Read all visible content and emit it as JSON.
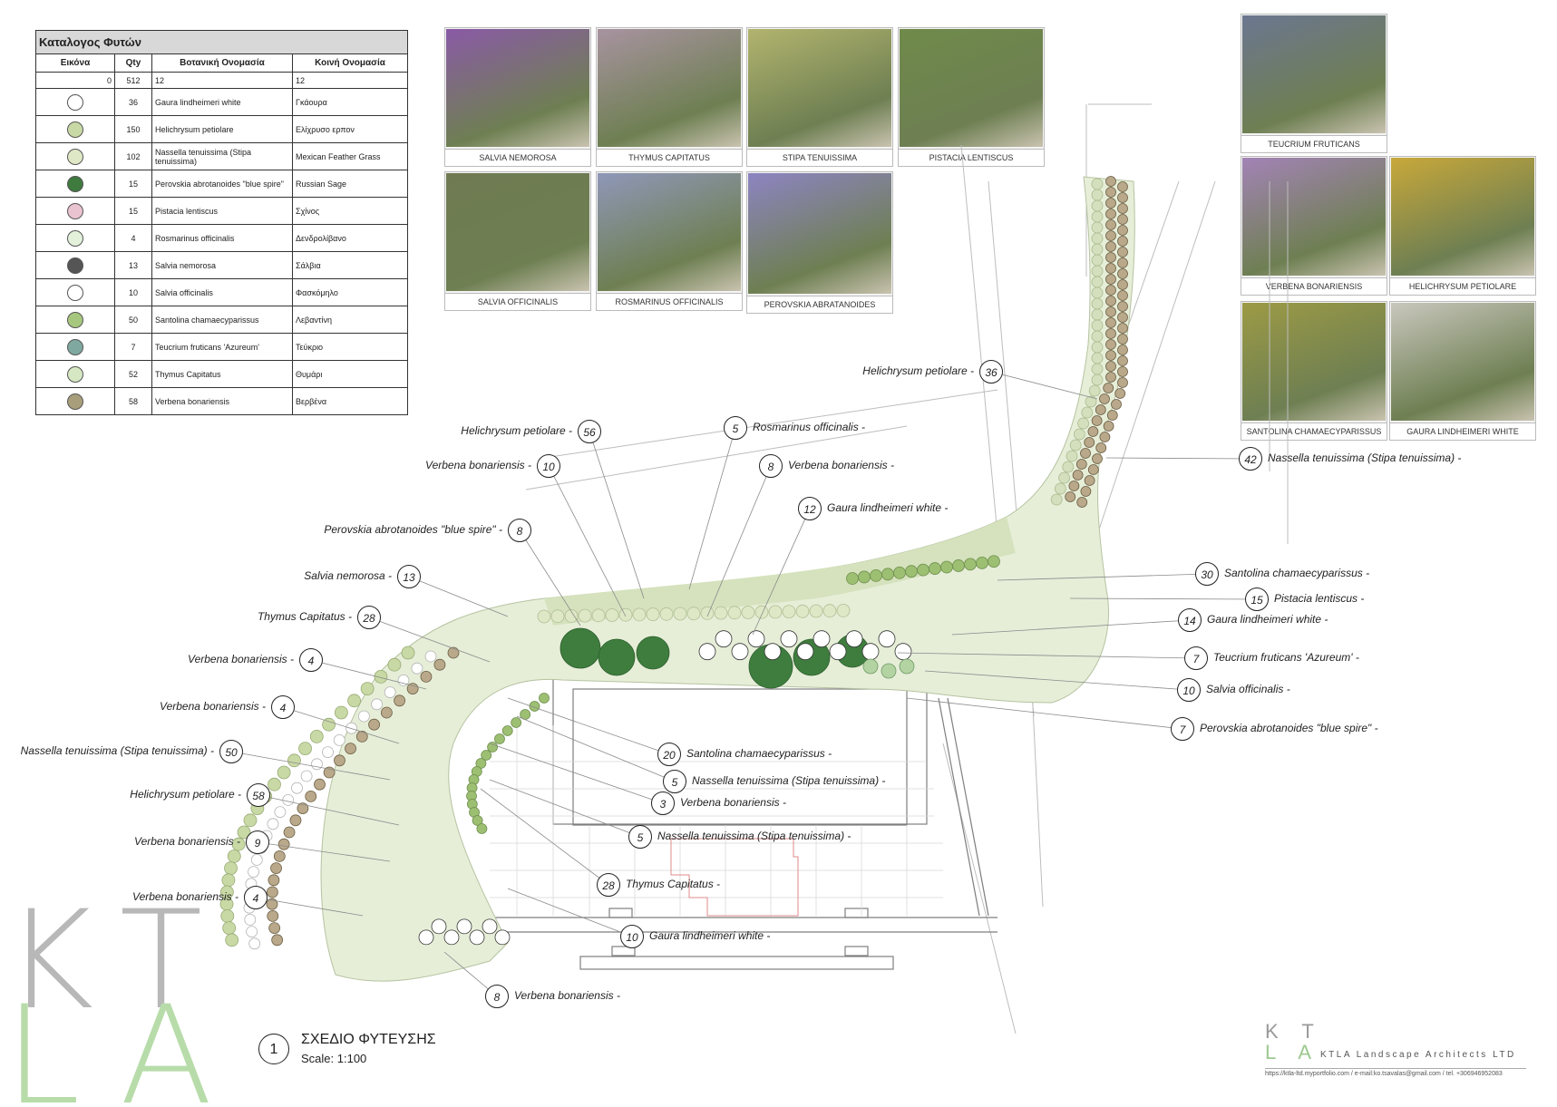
{
  "plant_table": {
    "title": "Καταλογος Φυτών",
    "headers": [
      "Εικόνα",
      "Qty",
      "Βοτανική Ονομασία",
      "Κοινή Ονομασία"
    ],
    "rows": [
      {
        "symbol": "",
        "prefix": "0",
        "qty": "512",
        "botanical": "12",
        "common": "12"
      },
      {
        "symbol": "gaura-symbol",
        "prefix": "",
        "qty": "36",
        "botanical": "Gaura lindheimeri white",
        "common": "Γκάουρα"
      },
      {
        "symbol": "helichrysum-symbol",
        "prefix": "",
        "qty": "150",
        "botanical": "Helichrysum petiolare",
        "common": "Ελίχρυσο ερπον"
      },
      {
        "symbol": "nassella-symbol",
        "prefix": "",
        "qty": "102",
        "botanical": "Nassella tenuissima (Stipa tenuissima)",
        "common": "Mexican Feather Grass"
      },
      {
        "symbol": "perovskia-symbol",
        "prefix": "",
        "qty": "15",
        "botanical": "Perovskia abrotanoides \"blue spire\"",
        "common": "Russian Sage"
      },
      {
        "symbol": "pistacia-symbol",
        "prefix": "",
        "qty": "15",
        "botanical": "Pistacia lentiscus",
        "common": "Σχίνος"
      },
      {
        "symbol": "rosmarinus-symbol",
        "prefix": "",
        "qty": "4",
        "botanical": "Rosmarinus officinalis",
        "common": "Δενδρολίβανο"
      },
      {
        "symbol": "salvia-nemorosa-symbol",
        "prefix": "",
        "qty": "13",
        "botanical": "Salvia nemorosa",
        "common": "Σάλβια"
      },
      {
        "symbol": "salvia-officinalis-symbol",
        "prefix": "",
        "qty": "10",
        "botanical": "Salvia officinalis",
        "common": "Φασκόμηλο"
      },
      {
        "symbol": "santolina-symbol",
        "prefix": "",
        "qty": "50",
        "botanical": "Santolina chamaecyparissus",
        "common": "Λεβαντίνη"
      },
      {
        "symbol": "teucrium-symbol",
        "prefix": "",
        "qty": "7",
        "botanical": "Teucrium fruticans 'Azureum'",
        "common": "Τεύκριο"
      },
      {
        "symbol": "thymus-symbol",
        "prefix": "",
        "qty": "52",
        "botanical": "Thymus Capitatus",
        "common": "Θυμάρι"
      },
      {
        "symbol": "verbena-symbol",
        "prefix": "",
        "qty": "58",
        "botanical": "Verbena bonariensis",
        "common": "Βερβένα"
      }
    ],
    "symbol_colors": {
      "gaura-symbol": "#ffffff",
      "helichrysum-symbol": "#c9d9a5",
      "nassella-symbol": "#dfe8c6",
      "perovskia-symbol": "#3f7a3f",
      "pistacia-symbol": "#e9c3cf",
      "rosmarinus-symbol": "#e3f1da",
      "salvia-nemorosa-symbol": "#555555",
      "salvia-officinalis-symbol": "#ffffff",
      "santolina-symbol": "#a7c77e",
      "teucrium-symbol": "#7fa9a0",
      "thymus-symbol": "#d6e8c3",
      "verbena-symbol": "#a99e7c"
    }
  },
  "photos": [
    {
      "caption": "SALVIA NEMOROSA",
      "color": "#8a5aa6"
    },
    {
      "caption": "THYMUS CAPITATUS",
      "color": "#a893a0"
    },
    {
      "caption": "STIPA TENUISSIMA",
      "color": "#b2b46e"
    },
    {
      "caption": "PISTACIA LENTISCUS",
      "color": "#6f8a4a"
    },
    {
      "caption": "SALVIA OFFICINALIS",
      "color": "#6f7a52"
    },
    {
      "caption": "ROSMARINUS OFFICINALIS",
      "color": "#8f97b8"
    },
    {
      "caption": "PEROVSKIA ABRATANOIDES",
      "color": "#8d84c2"
    },
    {
      "caption": "TEUCRIUM FRUTICANS",
      "color": "#6c7690"
    },
    {
      "caption": "VERBENA BONARIENSIS",
      "color": "#a383b6"
    },
    {
      "caption": "HELICHRYSUM PETIOLARE",
      "color": "#c8a83a"
    },
    {
      "caption": "SANTOLINA CHAMAECYPARISSUS",
      "color": "#9c9a45"
    },
    {
      "caption": "GAURA LINDHEIMERI WHITE",
      "color": "#c9c7bd"
    }
  ],
  "callouts": [
    {
      "num": "36",
      "label": "Helichrysum petiolare -"
    },
    {
      "num": "56",
      "label": "Helichrysum petiolare -"
    },
    {
      "num": "5",
      "label": "Rosmarinus officinalis -"
    },
    {
      "num": "10",
      "label": "Verbena bonariensis -"
    },
    {
      "num": "8",
      "label": "Verbena bonariensis -"
    },
    {
      "num": "12",
      "label": "Gaura lindheimeri white -"
    },
    {
      "num": "8",
      "label": "Perovskia abrotanoides \"blue spire\" -"
    },
    {
      "num": "13",
      "label": "Salvia nemorosa -"
    },
    {
      "num": "28",
      "label": "Thymus Capitatus -"
    },
    {
      "num": "4",
      "label": "Verbena bonariensis -"
    },
    {
      "num": "4",
      "label": "Verbena bonariensis -"
    },
    {
      "num": "50",
      "label": "Nassella tenuissima (Stipa tenuissima) -"
    },
    {
      "num": "58",
      "label": "Helichrysum petiolare -"
    },
    {
      "num": "9",
      "label": "Verbena bonariensis -"
    },
    {
      "num": "4",
      "label": "Verbena bonariensis -"
    },
    {
      "num": "42",
      "label": "Nassella tenuissima (Stipa tenuissima) -"
    },
    {
      "num": "30",
      "label": "Santolina chamaecyparissus -"
    },
    {
      "num": "15",
      "label": "Pistacia lentiscus -"
    },
    {
      "num": "14",
      "label": "Gaura lindheimeri white -"
    },
    {
      "num": "7",
      "label": "Teucrium fruticans 'Azureum' -"
    },
    {
      "num": "10",
      "label": "Salvia officinalis -"
    },
    {
      "num": "7",
      "label": "Perovskia abrotanoides \"blue spire\" -"
    },
    {
      "num": "20",
      "label": "Santolina chamaecyparissus -"
    },
    {
      "num": "5",
      "label": "Nassella tenuissima (Stipa tenuissima) -"
    },
    {
      "num": "3",
      "label": "Verbena bonariensis -"
    },
    {
      "num": "5",
      "label": "Nassella tenuissima (Stipa tenuissima) -"
    },
    {
      "num": "28",
      "label": "Thymus Capitatus -"
    },
    {
      "num": "10",
      "label": "Gaura lindheimeri white -"
    },
    {
      "num": "8",
      "label": "Verbena bonariensis -"
    }
  ],
  "drawing_title": {
    "number": "1",
    "title": "ΣΧΕΔΙΟ ΦΥΤΕΥΣΗΣ",
    "scale": "Scale: 1:100"
  },
  "logo": {
    "big_letters_top": "KT",
    "big_letters_bottom": "LA",
    "small_letters_top": "K T",
    "small_letters_bottom": "L A",
    "company": "KTLA Landscape Architects LTD",
    "contact": "https://ktla-ltd.myportfolio.com / e-mail:ko.tsavalas@gmail.com / tel. +306946952083"
  },
  "colors": {
    "bed_fill": "#e6eed8",
    "bed_fill_dark": "#d5e2bd",
    "verbena": "#b9a98a",
    "perovskia": "#3e7d3e",
    "santolina": "#9dbf72",
    "paving_line": "#c9c9c9",
    "red_outline": "#e28b8b"
  }
}
